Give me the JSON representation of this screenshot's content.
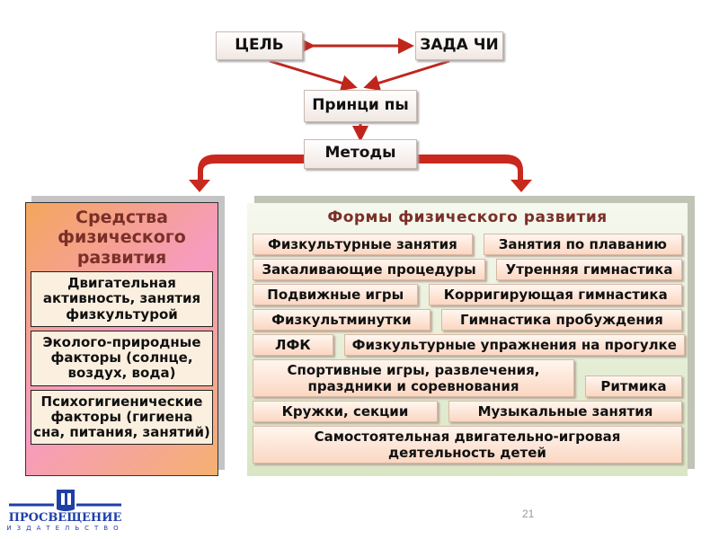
{
  "top": {
    "goal": "ЦЕЛЬ",
    "tasks": "ЗАДА ЧИ",
    "principles": "Принци пы",
    "methods": "Методы"
  },
  "left": {
    "title": "Средства физического развития",
    "items": [
      "Двигательная активность, занятия физкультурой",
      "Эколого-природные факторы (солнце, воздух, вода)",
      "Психогигиенические факторы (гигиена сна, питания, занятий)"
    ]
  },
  "right": {
    "title": "Формы физического развития",
    "items": [
      "Физкультурные занятия",
      "Занятия по плаванию",
      "Закаливающие процедуры",
      "Утренняя гимнастика",
      "Подвижные игры",
      "Корригирующая гимнастика",
      "Физкультминутки",
      "Гимнастика пробуждения",
      "ЛФК",
      "Физкультурные упражнения на прогулке",
      "Спортивные игры, развлечения, праздники и соревнования",
      "Ритмика",
      "Кружки, секции",
      "Музыкальные занятия",
      "Самостоятельная двигательно-игровая деятельность детей"
    ]
  },
  "logo": {
    "name": "ПРОСВЕЩЕНИЕ",
    "sub": "ИЗДАТЕЛЬСТВО"
  },
  "page_number": "21",
  "colors": {
    "arrow": "#c0251c",
    "title": "#7a3028",
    "logo": "#1f3fa8"
  }
}
